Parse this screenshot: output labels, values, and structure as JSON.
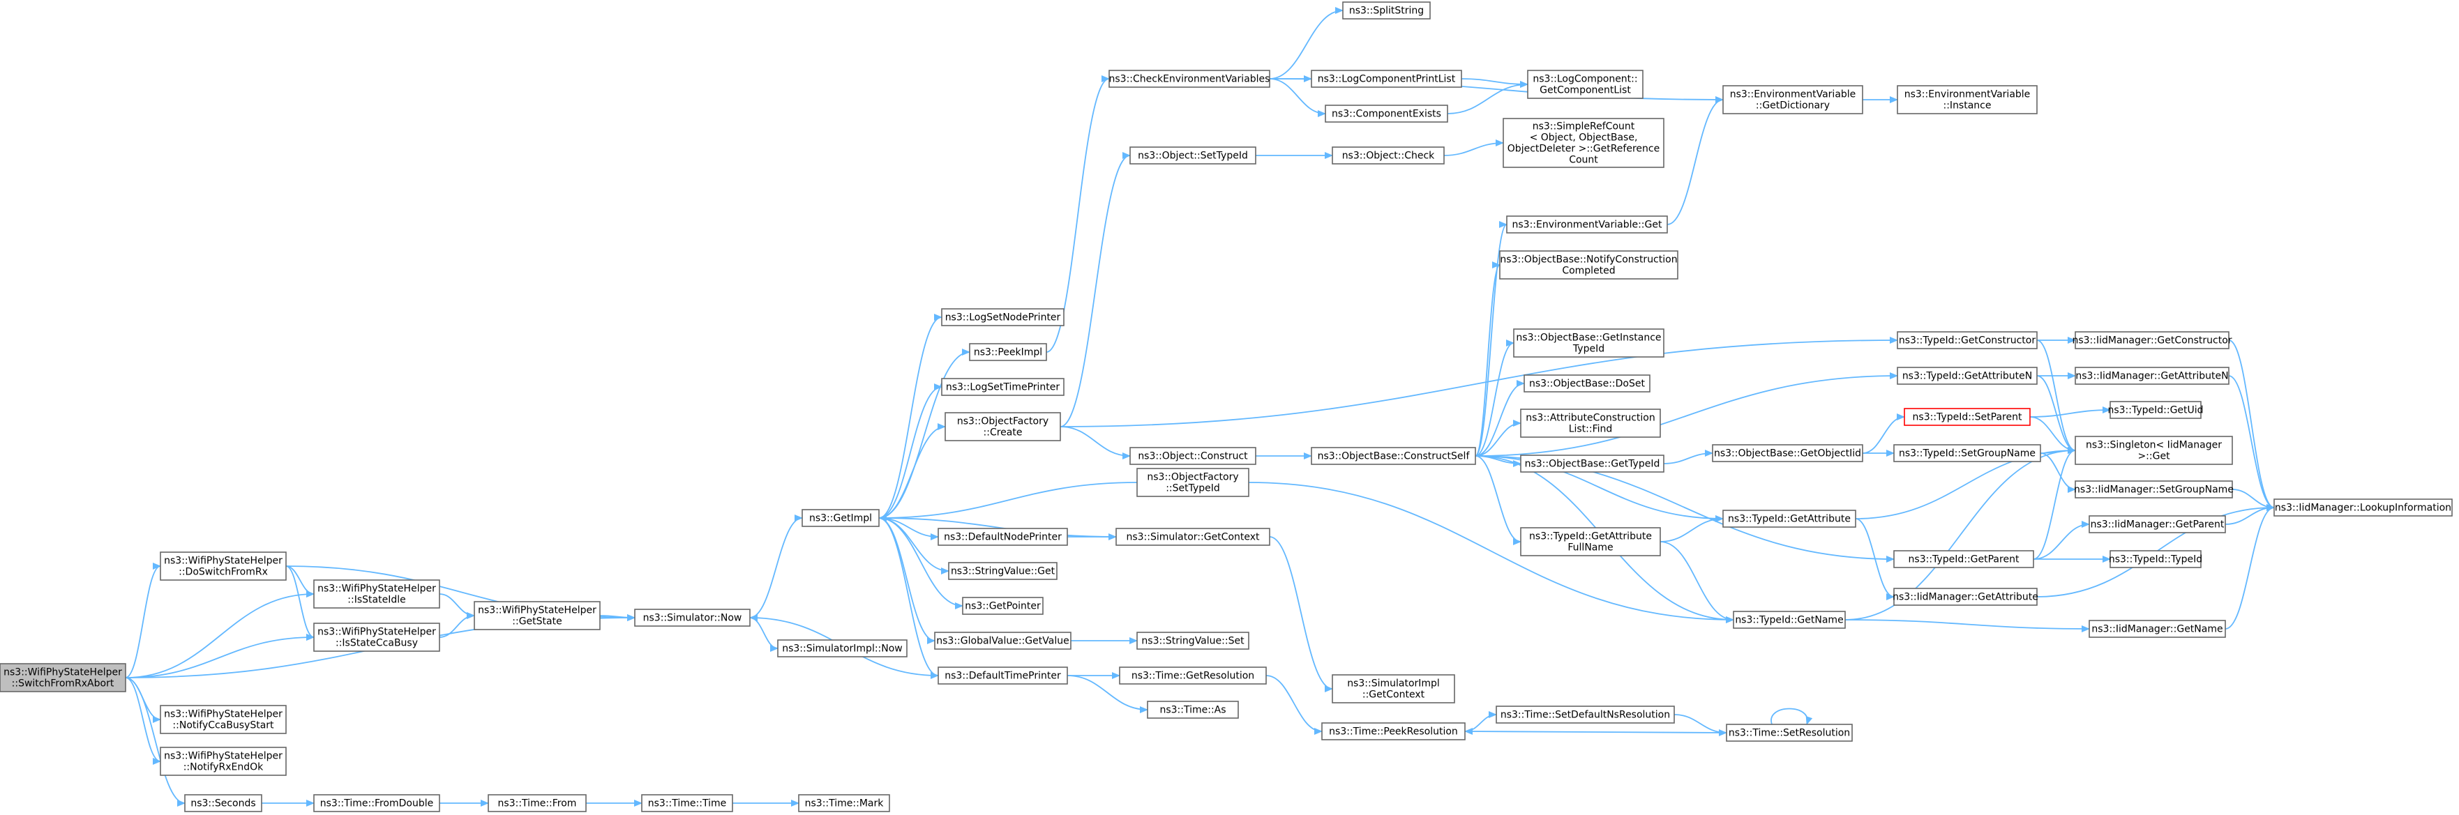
{
  "graph": {
    "edge_color": "#63b8ff",
    "node_border": "#666666",
    "root_fill": "#bfbfbf",
    "highlight_border": "#ff0000",
    "nodes": [
      {
        "id": "n0",
        "lines": [
          "ns3::WifiPhyStateHelper",
          "::SwitchFromRxAbort"
        ],
        "root": true
      },
      {
        "id": "n1",
        "lines": [
          "ns3::WifiPhyStateHelper",
          "::DoSwitchFromRx"
        ]
      },
      {
        "id": "n2",
        "lines": [
          "ns3::WifiPhyStateHelper",
          "::IsStateIdle"
        ]
      },
      {
        "id": "n3",
        "lines": [
          "ns3::WifiPhyStateHelper",
          "::IsStateCcaBusy"
        ]
      },
      {
        "id": "n4",
        "lines": [
          "ns3::WifiPhyStateHelper",
          "::GetState"
        ]
      },
      {
        "id": "n5",
        "lines": [
          "ns3::Simulator::Now"
        ]
      },
      {
        "id": "n6",
        "lines": [
          "ns3::GetImpl"
        ]
      },
      {
        "id": "n7",
        "lines": [
          "ns3::SimulatorImpl::Now"
        ]
      },
      {
        "id": "n8",
        "lines": [
          "ns3::WifiPhyStateHelper",
          "::NotifyCcaBusyStart"
        ]
      },
      {
        "id": "n9",
        "lines": [
          "ns3::WifiPhyStateHelper",
          "::NotifyRxEndOk"
        ]
      },
      {
        "id": "n10",
        "lines": [
          "ns3::Seconds"
        ]
      },
      {
        "id": "n11",
        "lines": [
          "ns3::Time::FromDouble"
        ]
      },
      {
        "id": "n12",
        "lines": [
          "ns3::Time::From"
        ]
      },
      {
        "id": "n13",
        "lines": [
          "ns3::Time::Time"
        ]
      },
      {
        "id": "n14",
        "lines": [
          "ns3::Time::Mark"
        ]
      },
      {
        "id": "n15",
        "lines": [
          "ns3::LogSetNodePrinter"
        ]
      },
      {
        "id": "n16",
        "lines": [
          "ns3::PeekImpl"
        ]
      },
      {
        "id": "n17",
        "lines": [
          "ns3::LogSetTimePrinter"
        ]
      },
      {
        "id": "n18",
        "lines": [
          "ns3::ObjectFactory",
          "::Create"
        ]
      },
      {
        "id": "n19",
        "lines": [
          "ns3::DefaultNodePrinter"
        ]
      },
      {
        "id": "n20",
        "lines": [
          "ns3::StringValue::Get"
        ]
      },
      {
        "id": "n21",
        "lines": [
          "ns3::GetPointer"
        ]
      },
      {
        "id": "n22",
        "lines": [
          "ns3::GlobalValue::GetValue"
        ]
      },
      {
        "id": "n23",
        "lines": [
          "ns3::DefaultTimePrinter"
        ]
      },
      {
        "id": "n24",
        "lines": [
          "ns3::ObjectFactory",
          "::SetTypeId"
        ]
      },
      {
        "id": "n25",
        "lines": [
          "ns3::Simulator::GetContext"
        ]
      },
      {
        "id": "n26",
        "lines": [
          "ns3::StringValue::Set"
        ]
      },
      {
        "id": "n27",
        "lines": [
          "ns3::Time::GetResolution"
        ]
      },
      {
        "id": "n28",
        "lines": [
          "ns3::Time::As"
        ]
      },
      {
        "id": "n29",
        "lines": [
          "ns3::SimulatorImpl",
          "::GetContext"
        ]
      },
      {
        "id": "n30",
        "lines": [
          "ns3::Time::PeekResolution"
        ]
      },
      {
        "id": "n31",
        "lines": [
          "ns3::CheckEnvironmentVariables"
        ]
      },
      {
        "id": "n32",
        "lines": [
          "ns3::SplitString"
        ]
      },
      {
        "id": "n33",
        "lines": [
          "ns3::LogComponentPrintList"
        ]
      },
      {
        "id": "n34",
        "lines": [
          "ns3::ComponentExists"
        ]
      },
      {
        "id": "n35",
        "lines": [
          "ns3::LogComponent::",
          "GetComponentList"
        ]
      },
      {
        "id": "n36",
        "lines": [
          "ns3::EnvironmentVariable",
          "::GetDictionary"
        ]
      },
      {
        "id": "n37",
        "lines": [
          "ns3::EnvironmentVariable",
          "::Instance"
        ]
      },
      {
        "id": "n38",
        "lines": [
          "ns3::Object::SetTypeId"
        ]
      },
      {
        "id": "n39",
        "lines": [
          "ns3::Object::Check"
        ]
      },
      {
        "id": "n40",
        "lines": [
          "ns3::SimpleRefCount",
          "< Object, ObjectBase,",
          "ObjectDeleter >::GetReference",
          "Count"
        ]
      },
      {
        "id": "n41",
        "lines": [
          "ns3::Object::Construct"
        ]
      },
      {
        "id": "n42",
        "lines": [
          "ns3::ObjectBase::ConstructSelf"
        ]
      },
      {
        "id": "n43",
        "lines": [
          "ns3::EnvironmentVariable::Get"
        ]
      },
      {
        "id": "n44",
        "lines": [
          "ns3::ObjectBase::NotifyConstruction",
          "Completed"
        ]
      },
      {
        "id": "n45",
        "lines": [
          "ns3::ObjectBase::GetInstance",
          "TypeId"
        ]
      },
      {
        "id": "n46",
        "lines": [
          "ns3::ObjectBase::DoSet"
        ]
      },
      {
        "id": "n47",
        "lines": [
          "ns3::AttributeConstruction",
          "List::Find"
        ]
      },
      {
        "id": "n48",
        "lines": [
          "ns3::ObjectBase::GetTypeId"
        ]
      },
      {
        "id": "n49",
        "lines": [
          "ns3::TypeId::GetAttribute",
          "FullName"
        ]
      },
      {
        "id": "n50",
        "lines": [
          "ns3::ObjectBase::GetObjectIid"
        ]
      },
      {
        "id": "n51",
        "lines": [
          "ns3::TypeId::GetAttribute"
        ]
      },
      {
        "id": "n52",
        "lines": [
          "ns3::TypeId::GetName"
        ]
      },
      {
        "id": "n53",
        "lines": [
          "ns3::TypeId::GetConstructor"
        ]
      },
      {
        "id": "n54",
        "lines": [
          "ns3::TypeId::GetAttributeN"
        ]
      },
      {
        "id": "n55",
        "lines": [
          "ns3::TypeId::SetParent"
        ],
        "red": true
      },
      {
        "id": "n56",
        "lines": [
          "ns3::TypeId::SetGroupName"
        ]
      },
      {
        "id": "n57",
        "lines": [
          "ns3::TypeId::GetParent"
        ]
      },
      {
        "id": "n58",
        "lines": [
          "ns3::IidManager::GetAttribute"
        ]
      },
      {
        "id": "n59",
        "lines": [
          "ns3::Time::SetDefaultNsResolution"
        ]
      },
      {
        "id": "n60",
        "lines": [
          "ns3::Time::SetResolution"
        ]
      },
      {
        "id": "n61",
        "lines": [
          "ns3::IidManager::GetConstructor"
        ]
      },
      {
        "id": "n62",
        "lines": [
          "ns3::IidManager::GetAttributeN"
        ]
      },
      {
        "id": "n63",
        "lines": [
          "ns3::TypeId::GetUid"
        ]
      },
      {
        "id": "n64",
        "lines": [
          "ns3::Singleton< IidManager",
          ">::Get"
        ]
      },
      {
        "id": "n65",
        "lines": [
          "ns3::IidManager::SetGroupName"
        ]
      },
      {
        "id": "n66",
        "lines": [
          "ns3::IidManager::GetParent"
        ]
      },
      {
        "id": "n67",
        "lines": [
          "ns3::TypeId::TypeId"
        ]
      },
      {
        "id": "n68",
        "lines": [
          "ns3::IidManager::GetName"
        ]
      },
      {
        "id": "n69",
        "lines": [
          "ns3::IidManager::LookupInformation"
        ]
      }
    ],
    "edges": [
      [
        "n0",
        "n1"
      ],
      [
        "n0",
        "n2"
      ],
      [
        "n0",
        "n3"
      ],
      [
        "n0",
        "n5"
      ],
      [
        "n0",
        "n8"
      ],
      [
        "n0",
        "n9"
      ],
      [
        "n0",
        "n10"
      ],
      [
        "n1",
        "n2"
      ],
      [
        "n1",
        "n3"
      ],
      [
        "n1",
        "n5"
      ],
      [
        "n2",
        "n4"
      ],
      [
        "n3",
        "n4"
      ],
      [
        "n4",
        "n5"
      ],
      [
        "n5",
        "n6"
      ],
      [
        "n5",
        "n7"
      ],
      [
        "n6",
        "n15"
      ],
      [
        "n6",
        "n16"
      ],
      [
        "n6",
        "n17"
      ],
      [
        "n6",
        "n18"
      ],
      [
        "n6",
        "n19"
      ],
      [
        "n6",
        "n20"
      ],
      [
        "n6",
        "n21"
      ],
      [
        "n6",
        "n22"
      ],
      [
        "n6",
        "n23"
      ],
      [
        "n10",
        "n11"
      ],
      [
        "n11",
        "n12"
      ],
      [
        "n12",
        "n13"
      ],
      [
        "n13",
        "n14"
      ],
      [
        "n16",
        "n31"
      ],
      [
        "n18",
        "n38"
      ],
      [
        "n18",
        "n41"
      ],
      [
        "n18",
        "n53"
      ],
      [
        "n19",
        "n25"
      ],
      [
        "n22",
        "n26"
      ],
      [
        "n23",
        "n5"
      ],
      [
        "n23",
        "n27"
      ],
      [
        "n23",
        "n28"
      ],
      [
        "n24",
        "n6"
      ],
      [
        "n24",
        "n52"
      ],
      [
        "n25",
        "n6"
      ],
      [
        "n25",
        "n29"
      ],
      [
        "n27",
        "n30"
      ],
      [
        "n30",
        "n59"
      ],
      [
        "n59",
        "n60"
      ],
      [
        "n60",
        "n30"
      ],
      [
        "n60",
        "n60"
      ],
      [
        "n31",
        "n32"
      ],
      [
        "n31",
        "n33"
      ],
      [
        "n31",
        "n34"
      ],
      [
        "n31",
        "n36"
      ],
      [
        "n33",
        "n35"
      ],
      [
        "n34",
        "n35"
      ],
      [
        "n36",
        "n37"
      ],
      [
        "n38",
        "n39"
      ],
      [
        "n39",
        "n40"
      ],
      [
        "n41",
        "n42"
      ],
      [
        "n42",
        "n43"
      ],
      [
        "n42",
        "n44"
      ],
      [
        "n42",
        "n45"
      ],
      [
        "n42",
        "n46"
      ],
      [
        "n42",
        "n47"
      ],
      [
        "n42",
        "n48"
      ],
      [
        "n42",
        "n49"
      ],
      [
        "n42",
        "n51"
      ],
      [
        "n42",
        "n52"
      ],
      [
        "n42",
        "n54"
      ],
      [
        "n42",
        "n57"
      ],
      [
        "n43",
        "n36"
      ],
      [
        "n48",
        "n50"
      ],
      [
        "n49",
        "n51"
      ],
      [
        "n49",
        "n52"
      ],
      [
        "n50",
        "n55"
      ],
      [
        "n50",
        "n56"
      ],
      [
        "n51",
        "n58"
      ],
      [
        "n51",
        "n64"
      ],
      [
        "n52",
        "n64"
      ],
      [
        "n52",
        "n68"
      ],
      [
        "n53",
        "n61"
      ],
      [
        "n53",
        "n64"
      ],
      [
        "n54",
        "n62"
      ],
      [
        "n54",
        "n64"
      ],
      [
        "n55",
        "n63"
      ],
      [
        "n55",
        "n64"
      ],
      [
        "n56",
        "n64"
      ],
      [
        "n56",
        "n65"
      ],
      [
        "n57",
        "n64"
      ],
      [
        "n57",
        "n66"
      ],
      [
        "n57",
        "n67"
      ],
      [
        "n58",
        "n69"
      ],
      [
        "n61",
        "n69"
      ],
      [
        "n62",
        "n69"
      ],
      [
        "n65",
        "n69"
      ],
      [
        "n66",
        "n69"
      ],
      [
        "n68",
        "n69"
      ]
    ]
  }
}
